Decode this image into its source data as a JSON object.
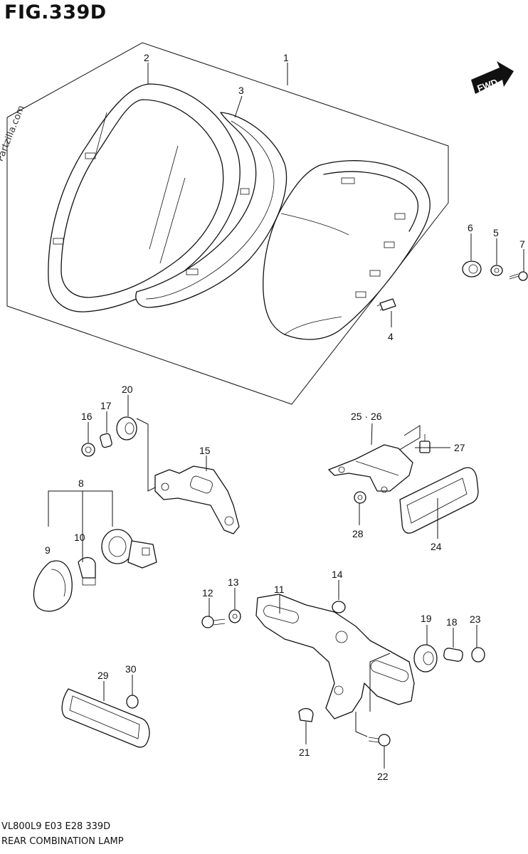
{
  "title": "FIG.339D",
  "watermark": "© Partzilla.com",
  "fwd_label": "FWD",
  "footer": {
    "model_line": "VL800L9  E03  E28  339D",
    "caption": "REAR COMBINATION LAMP"
  },
  "callouts": [
    "1",
    "2",
    "3",
    "4",
    "5",
    "6",
    "7",
    "8",
    "9",
    "10",
    "11",
    "12",
    "13",
    "14",
    "15",
    "16",
    "17",
    "18",
    "19",
    "20",
    "21",
    "22",
    "23",
    "24",
    "25 · 26",
    "27",
    "28",
    "29",
    "30"
  ]
}
